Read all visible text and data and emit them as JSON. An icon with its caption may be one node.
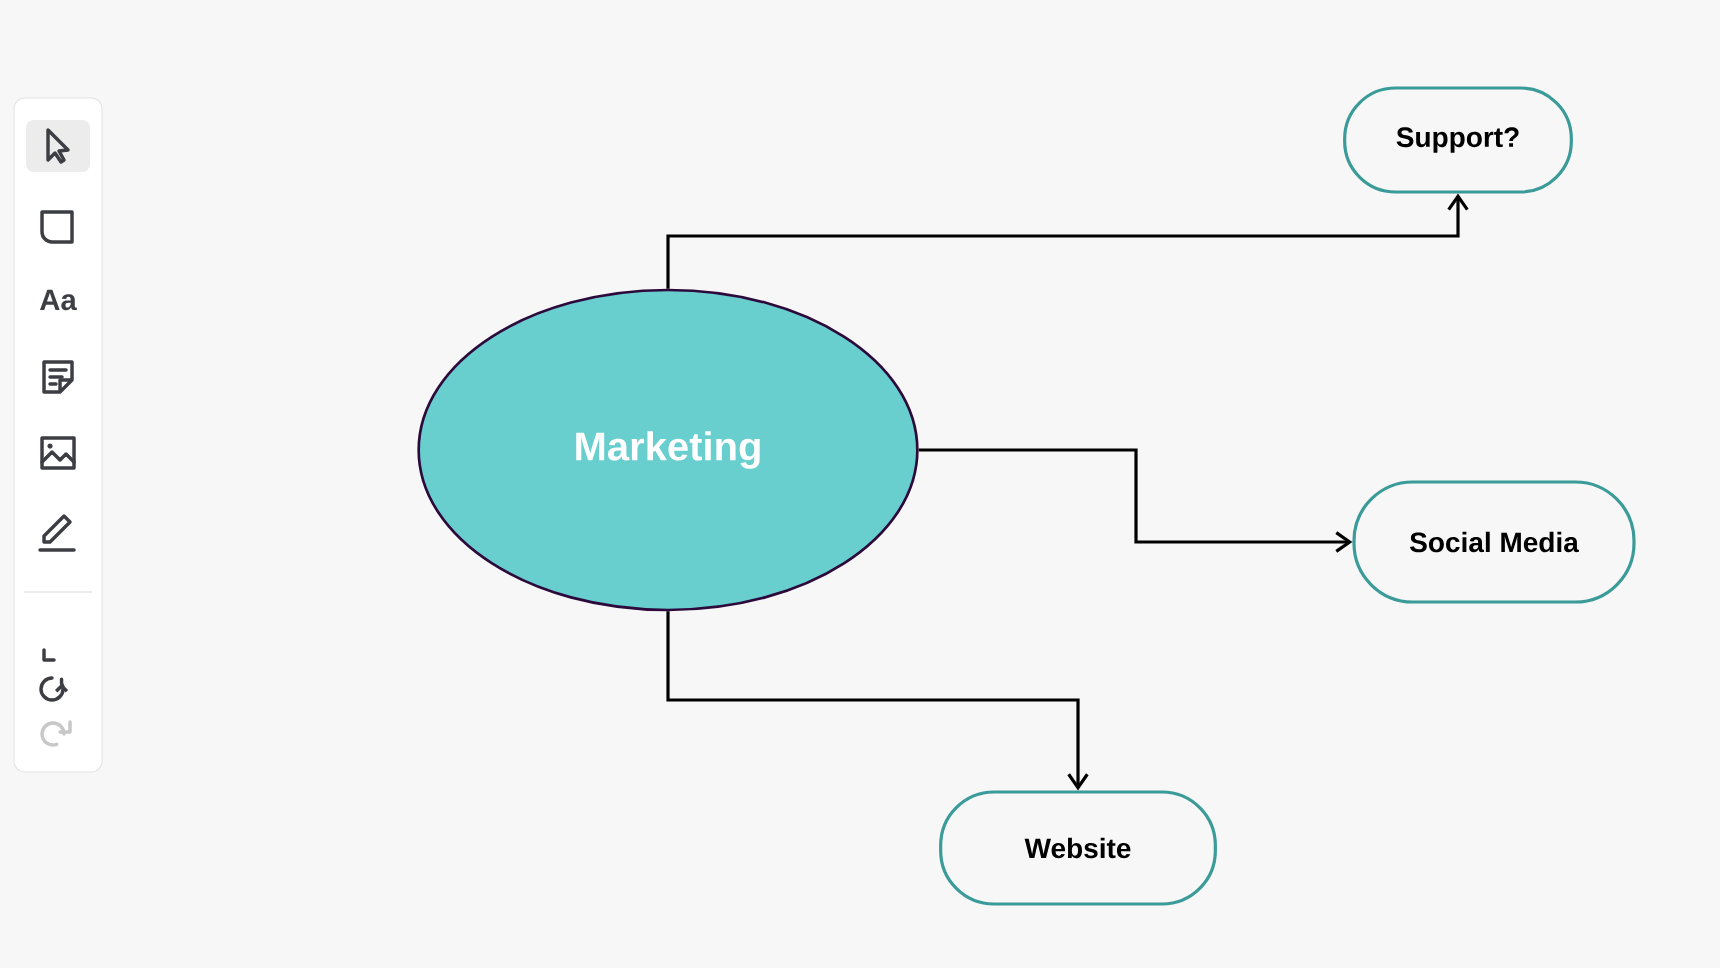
{
  "diagram": {
    "nodes": [
      {
        "text": [
          "Marketing"
        ]
      },
      {
        "text": [
          "Support?"
        ]
      },
      {
        "text": [
          "Social Media"
        ]
      },
      {
        "text": [
          "Website"
        ]
      }
    ],
    "edges": [
      {
        "from": 0,
        "to": 1,
        "arrow": "to"
      },
      {
        "from": 0,
        "to": 2,
        "arrow": "to"
      },
      {
        "from": 0,
        "to": 3,
        "arrow": "to"
      }
    ],
    "labels": [
      "Aa"
    ]
  }
}
